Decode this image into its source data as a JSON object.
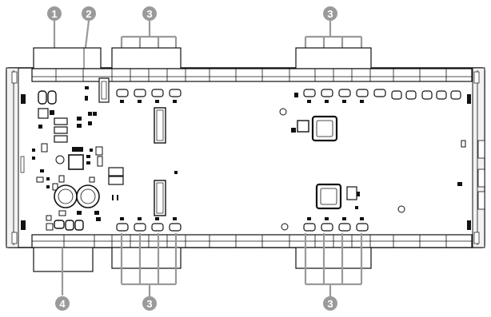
{
  "callouts": {
    "c1": "1",
    "c2": "2",
    "c3_top_left": "3",
    "c3_top_right": "3",
    "c4": "4",
    "c3_bottom_left": "3",
    "c3_bottom_right": "3"
  },
  "colors": {
    "callout_fill": "#9a9a9a",
    "line": "#111111",
    "board_fill": "#ffffff"
  }
}
